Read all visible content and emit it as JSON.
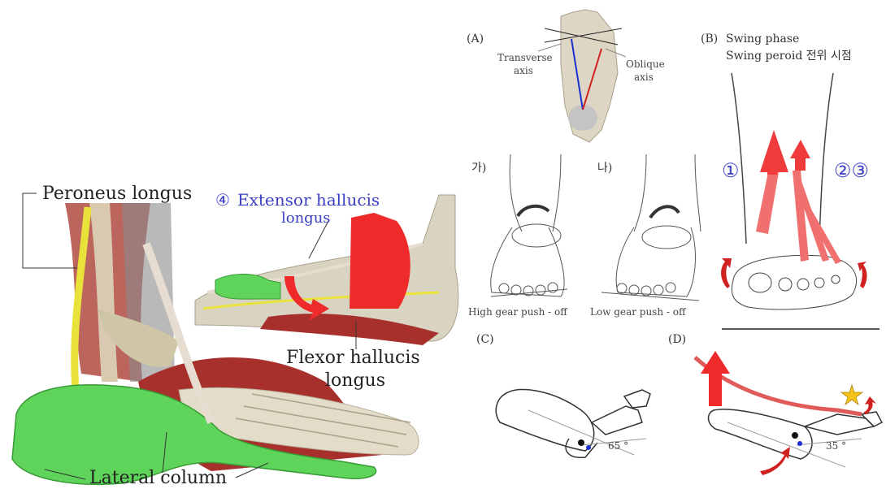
{
  "left": {
    "peroneus_longus": "Peroneus longus",
    "extensor_num": "④",
    "extensor_line1": "Extensor hallucis",
    "extensor_line2": "longus",
    "flexor_line1": "Flexor hallucis",
    "flexor_line2": "longus",
    "lateral_column": "Lateral column"
  },
  "panel_a": {
    "label": "(A)",
    "transverse_line1": "Transverse",
    "transverse_line2": "axis",
    "oblique_line1": "Oblique",
    "oblique_line2": "axis",
    "ga": "가)",
    "na": "나)",
    "high_gear": "High gear push - off",
    "low_gear": "Low gear push - off"
  },
  "panel_b": {
    "label": "(B)",
    "line1": "Swing phase",
    "line2": "Swing peroid 전위 시점",
    "circle1": "①",
    "circle23": "②③"
  },
  "panel_c": {
    "label": "(C)",
    "angle": "65 °"
  },
  "panel_d": {
    "label": "(D)",
    "angle": "35 °"
  },
  "colors": {
    "bone_green": "#5fd45a",
    "muscle_red": "#a8302c",
    "tendon_yellow": "#e8e23a",
    "arrow_red": "#ef3b3b",
    "arrow_pink": "#f07070",
    "axis_blue": "#1a2fd0",
    "label_blue": "#3a3fc4"
  }
}
